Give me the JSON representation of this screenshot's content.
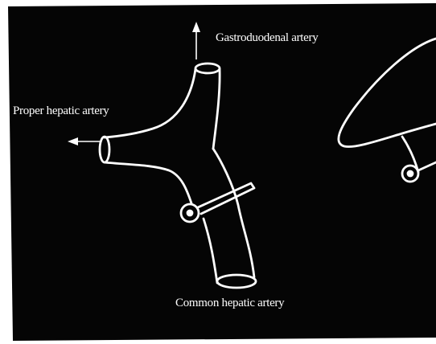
{
  "labels": {
    "gastroduodenal": "Gastroduodenal artery",
    "proper_hepatic": "Proper hepatic artery",
    "common_hepatic": "Common hepatic artery"
  },
  "colors": {
    "background": "#050505",
    "line": "#ffffff",
    "page": "#ffffff"
  }
}
